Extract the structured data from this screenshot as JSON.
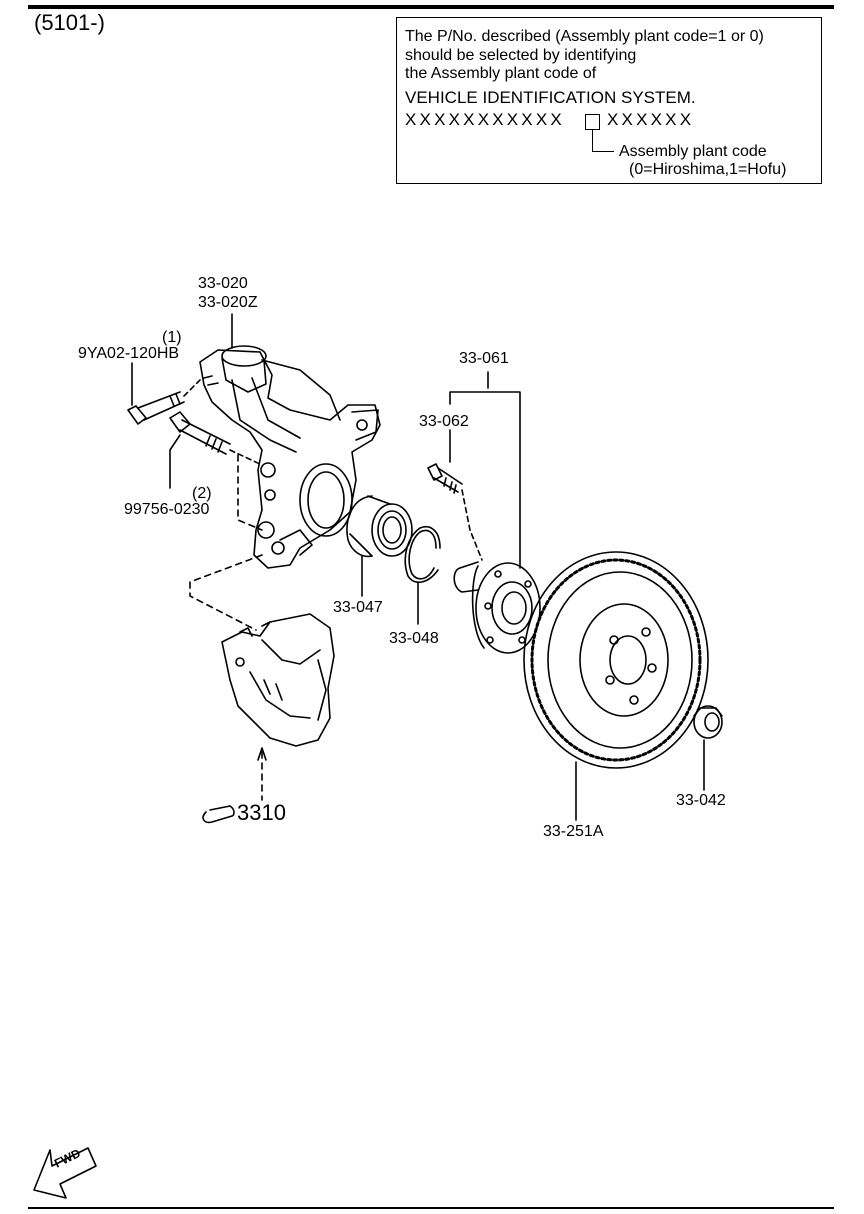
{
  "header": {
    "code": "(5101-)"
  },
  "note": {
    "line1": "The P/No. described (Assembly plant code=1 or 0)",
    "line2": "should be selected by identifying",
    "line3": "the Assembly plant code of",
    "line4": "VEHICLE IDENTIFICATION SYSTEM.",
    "vin_left": "XXXXXXXXXXX",
    "vin_right": "XXXXXX",
    "legend_title": "Assembly plant code",
    "legend_values": "(0=Hiroshima,1=Hofu)"
  },
  "parts": {
    "knuckle_a": "33-020",
    "knuckle_b": "33-020Z",
    "bolt1_qty": "(1)",
    "bolt1_no": "9YA02-120HB",
    "bolt2_qty": "(2)",
    "bolt2_no": "99756-0230",
    "hub_set": "33-061",
    "hub_bolt": "33-062",
    "bearing": "33-047",
    "snap_ring": "33-048",
    "disc": "33-251A",
    "nut": "33-042",
    "caliper_ref": "3310"
  },
  "fwd": {
    "label": "FWD"
  }
}
